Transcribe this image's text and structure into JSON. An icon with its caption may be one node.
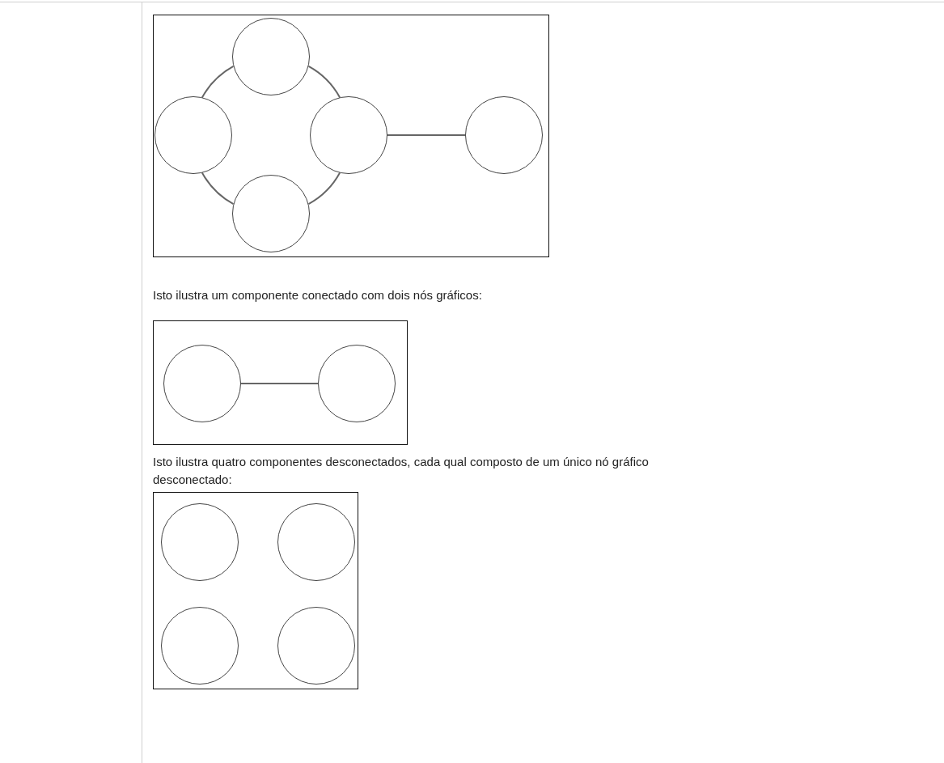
{
  "diagram": {
    "nodes": [
      {
        "text": [],
        "shape": "box"
      },
      {
        "text": [],
        "shape": "circle",
        "in": 0
      },
      {
        "text": [],
        "shape": "circle",
        "in": 0
      },
      {
        "text": [],
        "shape": "circle",
        "in": 0
      },
      {
        "text": [],
        "shape": "circle",
        "in": 0
      },
      {
        "text": [],
        "shape": "circle",
        "in": 0
      },
      {
        "text": [],
        "shape": "box"
      },
      {
        "text": [],
        "shape": "circle",
        "in": 6
      },
      {
        "text": [],
        "shape": "circle",
        "in": 6
      },
      {
        "text": [],
        "shape": "box"
      },
      {
        "text": [],
        "shape": "circle",
        "in": 9
      },
      {
        "text": [],
        "shape": "circle",
        "in": 9
      },
      {
        "text": [],
        "shape": "circle",
        "in": 9
      },
      {
        "text": [],
        "shape": "circle",
        "in": 9
      }
    ],
    "edges": [
      {
        "from": 1,
        "to": 2,
        "arrow": "none"
      },
      {
        "from": 1,
        "to": 3,
        "arrow": "none"
      },
      {
        "from": 2,
        "to": 5,
        "arrow": "none"
      },
      {
        "from": 3,
        "to": 5,
        "arrow": "none"
      },
      {
        "from": 3,
        "to": 4,
        "arrow": "none"
      },
      {
        "from": 7,
        "to": 8,
        "arrow": "none"
      }
    ],
    "labels": [
      "Isto ilustra um componente conectado com dois nós gráficos:",
      "Isto ilustra quatro componentes desconectados, cada qual composto de um único nó gráfico desconectado:"
    ]
  }
}
